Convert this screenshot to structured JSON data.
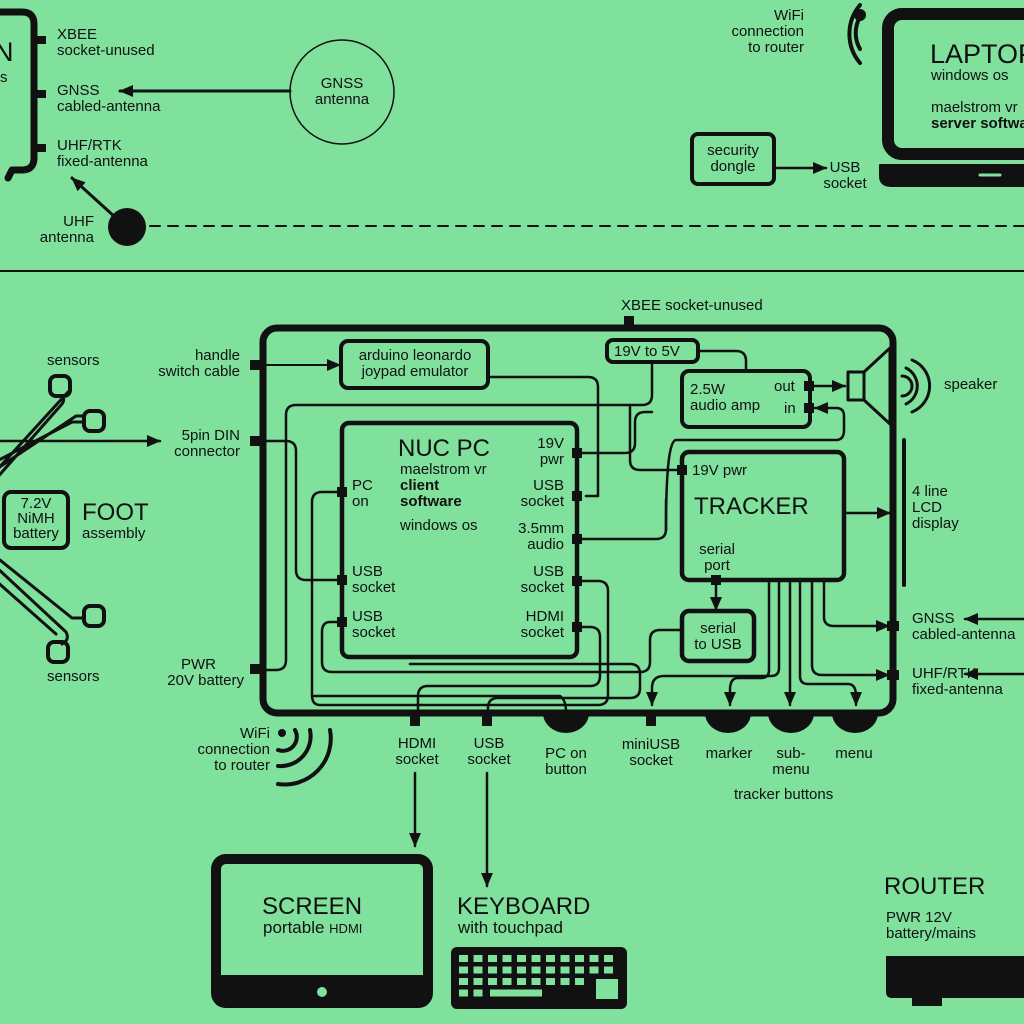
{
  "colors": {
    "background": "#7fe19c",
    "ink": "#111111"
  },
  "top_section": {
    "left_device": {
      "title_fragment": "N",
      "subtitle_fragment": "s",
      "ports": [
        {
          "line1": "XBEE",
          "line2": "socket-unused"
        },
        {
          "line1": "GNSS",
          "line2": "cabled-antenna"
        },
        {
          "line1": "UHF/RTK",
          "line2": "fixed-antenna"
        }
      ]
    },
    "gnss_antenna": {
      "line1": "GNSS",
      "line2": "antenna"
    },
    "uhf_antenna": {
      "line1": "UHF",
      "line2": "antenna"
    },
    "wifi": {
      "line1": "WiFi",
      "line2": "connection",
      "line3": "to router"
    },
    "security_dongle": {
      "line1": "security",
      "line2": "dongle"
    },
    "usb_socket": {
      "line1": "USB",
      "line2": "socket"
    },
    "laptop": {
      "title": "LAPTOP",
      "os": "windows os",
      "software_line1": "maelstrom vr",
      "software_line2": "server software"
    }
  },
  "main_unit": {
    "xbee": "XBEE socket-unused",
    "left_ports": {
      "handle": {
        "line1": "handle",
        "line2": "switch cable"
      },
      "din": {
        "line1": "5pin DIN",
        "line2": "connector"
      },
      "pwr": {
        "line1": "PWR",
        "line2": "20V battery"
      }
    },
    "arduino": {
      "line1": "arduino leonardo",
      "line2": "joypad emulator"
    },
    "converter": "19V to 5V",
    "audio_amp": {
      "line1": "2.5W",
      "line2": "audio amp",
      "out": "out",
      "in": "in"
    },
    "speaker": "speaker",
    "nuc": {
      "title": "NUC PC",
      "line1": "maelstrom vr",
      "line2": "client",
      "line3": "software",
      "os": "windows os",
      "left_ports": [
        {
          "line1": "PC",
          "line2": "on"
        },
        {
          "line1": "USB",
          "line2": "socket"
        },
        {
          "line1": "USB",
          "line2": "socket"
        }
      ],
      "right_ports": [
        {
          "line1": "19V",
          "line2": "pwr"
        },
        {
          "line1": "USB",
          "line2": "socket"
        },
        {
          "line1": "3.5mm",
          "line2": "audio"
        },
        {
          "line1": "USB",
          "line2": "socket"
        },
        {
          "line1": "HDMI",
          "line2": "socket"
        }
      ]
    },
    "tracker": {
      "title": "TRACKER",
      "pwr": "19V pwr",
      "serial_line1": "serial",
      "serial_line2": "port"
    },
    "serial_usb": {
      "line1": "serial",
      "line2": "to USB"
    },
    "lcd": {
      "line1": "4 line",
      "line2": "LCD",
      "line3": "display"
    },
    "right_ports": [
      {
        "line1": "GNSS",
        "line2": "cabled-antenna"
      },
      {
        "line1": "UHF/RTK",
        "line2": "fixed-antenna"
      }
    ],
    "wifi": {
      "line1": "WiFi",
      "line2": "connection",
      "line3": "to router"
    },
    "bottom_ports": [
      {
        "line1": "HDMI",
        "line2": "socket"
      },
      {
        "line1": "USB",
        "line2": "socket"
      },
      {
        "line1": "PC on",
        "line2": "button"
      },
      {
        "line1": "miniUSB",
        "line2": "socket"
      },
      {
        "line1": "marker",
        "line2": ""
      },
      {
        "line1": "sub-",
        "line2": "menu"
      },
      {
        "line1": "menu",
        "line2": ""
      }
    ],
    "tracker_buttons": "tracker buttons"
  },
  "foot": {
    "title": "FOOT",
    "subtitle": "assembly",
    "battery": {
      "line1": "7.2V",
      "line2": "NiMH",
      "line3": "battery"
    },
    "sensors_top": "sensors",
    "sensors_bottom": "sensors"
  },
  "peripherals": {
    "screen": {
      "title": "SCREEN",
      "sub1": "portable",
      "sub2": "HDMI"
    },
    "keyboard": {
      "title": "KEYBOARD",
      "sub": "with touchpad"
    },
    "router": {
      "title": "ROUTER",
      "line1": "PWR 12V",
      "line2": "battery/mains"
    }
  }
}
